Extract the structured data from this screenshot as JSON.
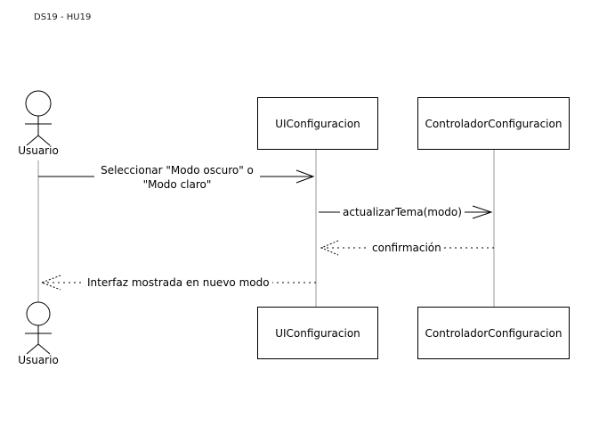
{
  "diagram": {
    "title": "DS19 - HU19",
    "actor": {
      "label": "Usuario"
    },
    "participants": {
      "ui": "UIConfiguracion",
      "controller": "ControladorConfiguracion"
    },
    "messages": [
      {
        "text_line1": "Seleccionar \"Modo oscuro\" o",
        "text_line2": "\"Modo claro\"",
        "type": "sync"
      },
      {
        "text": "actualizarTema(modo)",
        "type": "sync"
      },
      {
        "text": "confirmación",
        "type": "return"
      },
      {
        "text": "Interfaz mostrada en nuevo modo",
        "type": "return"
      }
    ]
  }
}
